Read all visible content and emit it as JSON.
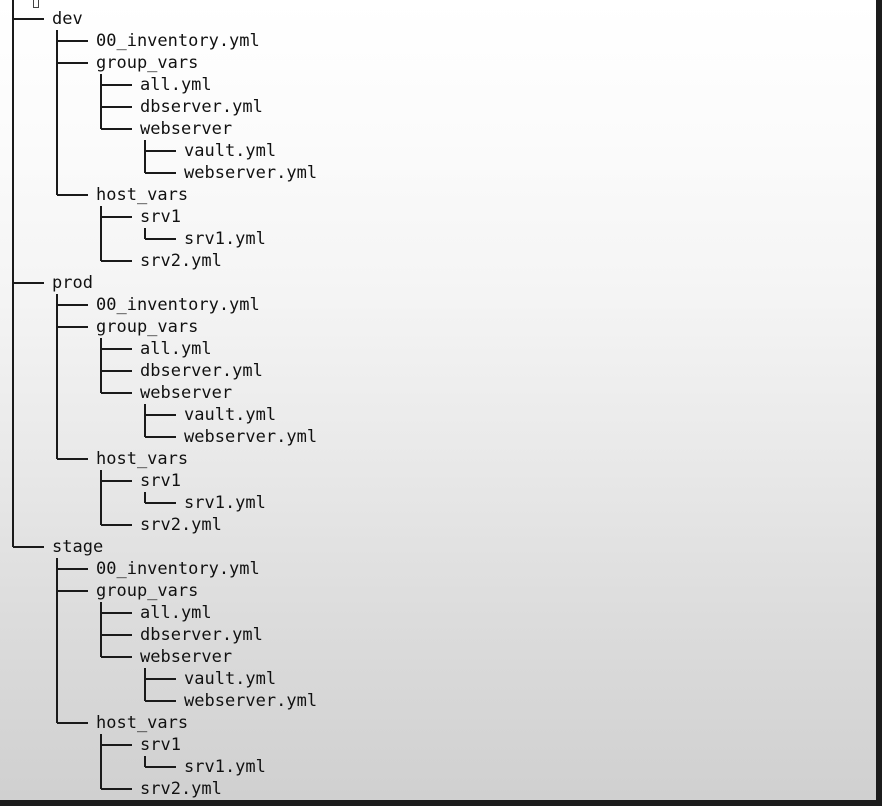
{
  "tree": [
    {
      "label": "dev",
      "depth": 1,
      "children": [
        {
          "label": "00_inventory.yml",
          "depth": 2
        },
        {
          "label": "group_vars",
          "depth": 2,
          "children": [
            {
              "label": "all.yml",
              "depth": 3
            },
            {
              "label": "dbserver.yml",
              "depth": 3
            },
            {
              "label": "webserver",
              "depth": 3,
              "children": [
                {
                  "label": "vault.yml",
                  "depth": 4
                },
                {
                  "label": "webserver.yml",
                  "depth": 4
                }
              ]
            }
          ]
        },
        {
          "label": "host_vars",
          "depth": 2,
          "children": [
            {
              "label": "srv1",
              "depth": 3,
              "children": [
                {
                  "label": "srv1.yml",
                  "depth": 4
                }
              ]
            },
            {
              "label": "srv2.yml",
              "depth": 3
            }
          ]
        }
      ]
    },
    {
      "label": "prod",
      "depth": 1,
      "children": [
        {
          "label": "00_inventory.yml",
          "depth": 2
        },
        {
          "label": "group_vars",
          "depth": 2,
          "children": [
            {
              "label": "all.yml",
              "depth": 3
            },
            {
              "label": "dbserver.yml",
              "depth": 3
            },
            {
              "label": "webserver",
              "depth": 3,
              "children": [
                {
                  "label": "vault.yml",
                  "depth": 4
                },
                {
                  "label": "webserver.yml",
                  "depth": 4
                }
              ]
            }
          ]
        },
        {
          "label": "host_vars",
          "depth": 2,
          "children": [
            {
              "label": "srv1",
              "depth": 3,
              "children": [
                {
                  "label": "srv1.yml",
                  "depth": 4
                }
              ]
            },
            {
              "label": "srv2.yml",
              "depth": 3
            }
          ]
        }
      ]
    },
    {
      "label": "stage",
      "depth": 1,
      "children": [
        {
          "label": "00_inventory.yml",
          "depth": 2
        },
        {
          "label": "group_vars",
          "depth": 2,
          "children": [
            {
              "label": "all.yml",
              "depth": 3
            },
            {
              "label": "dbserver.yml",
              "depth": 3
            },
            {
              "label": "webserver",
              "depth": 3,
              "children": [
                {
                  "label": "vault.yml",
                  "depth": 4
                },
                {
                  "label": "webserver.yml",
                  "depth": 4
                }
              ]
            }
          ]
        },
        {
          "label": "host_vars",
          "depth": 2,
          "children": [
            {
              "label": "srv1",
              "depth": 3,
              "children": [
                {
                  "label": "srv1.yml",
                  "depth": 4
                }
              ]
            },
            {
              "label": "srv2.yml",
              "depth": 3
            }
          ]
        }
      ]
    }
  ]
}
